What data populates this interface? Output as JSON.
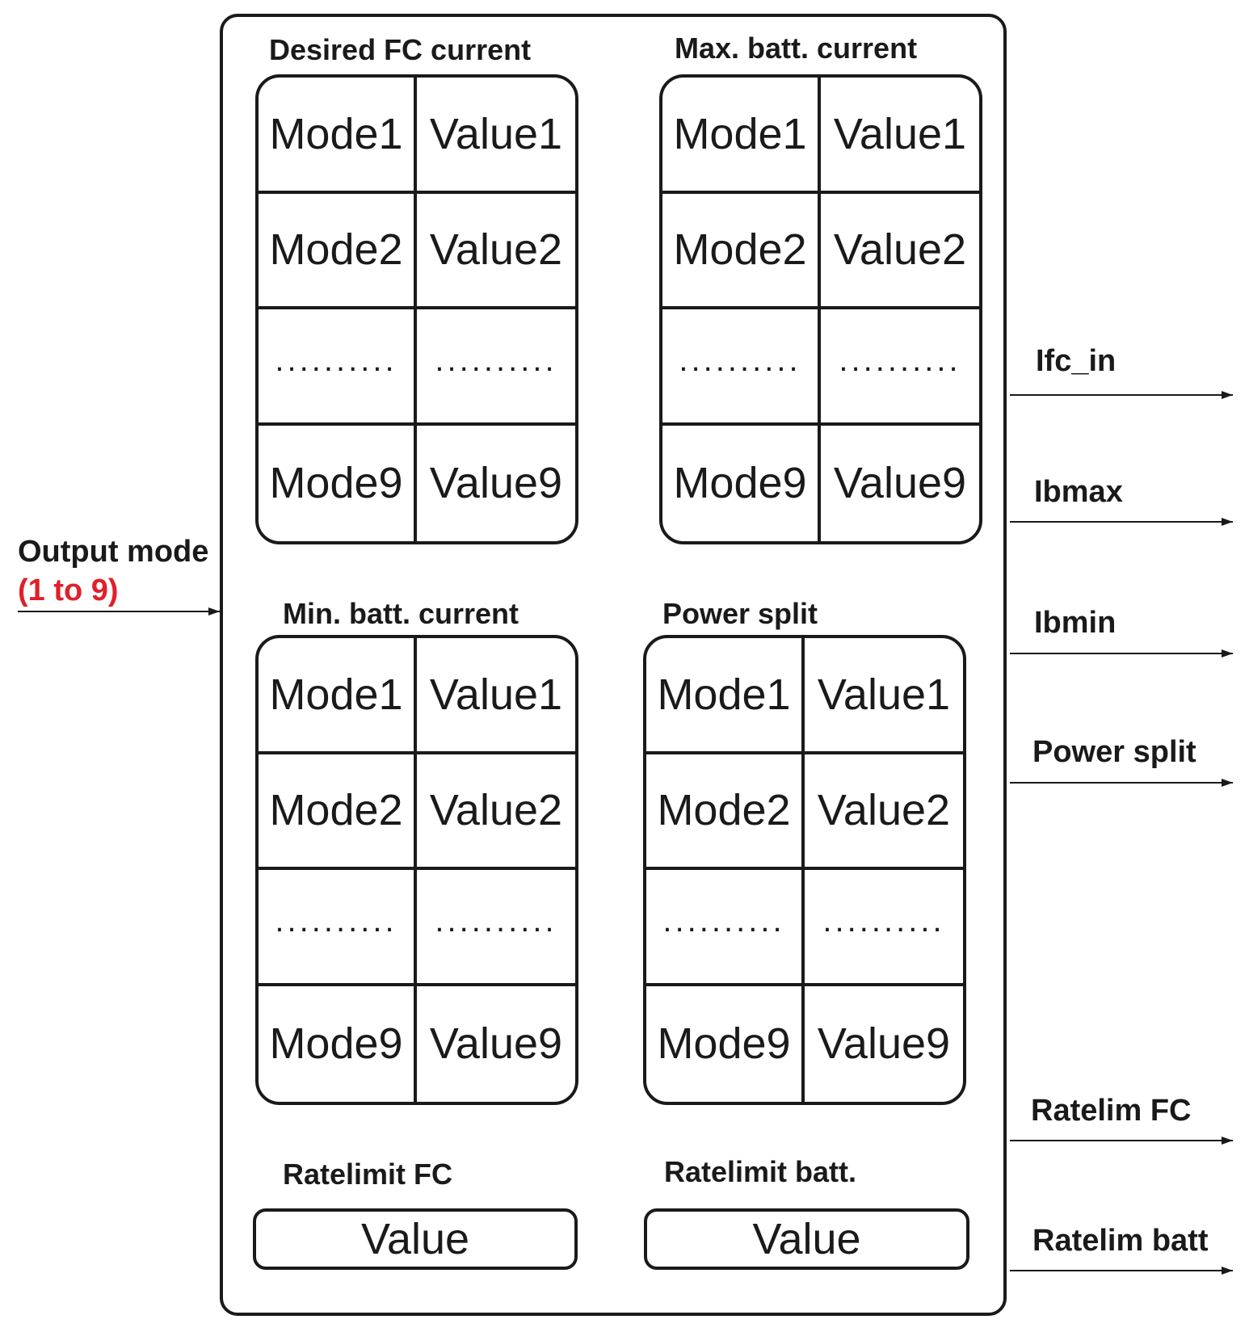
{
  "input": {
    "label": "Output mode",
    "range": "(1 to 9)",
    "range_color": "#e0202a"
  },
  "tables": [
    {
      "title": "Desired FC current",
      "rows": [
        [
          "Mode1",
          "Value1"
        ],
        [
          "Mode2",
          "Value2"
        ],
        [
          "..........",
          ".........."
        ],
        [
          "Mode9",
          "Value9"
        ]
      ]
    },
    {
      "title": "Max. batt. current",
      "rows": [
        [
          "Mode1",
          "Value1"
        ],
        [
          "Mode2",
          "Value2"
        ],
        [
          "..........",
          ".........."
        ],
        [
          "Mode9",
          "Value9"
        ]
      ]
    },
    {
      "title": "Min. batt. current",
      "rows": [
        [
          "Mode1",
          "Value1"
        ],
        [
          "Mode2",
          "Value2"
        ],
        [
          "..........",
          ".........."
        ],
        [
          "Mode9",
          "Value9"
        ]
      ]
    },
    {
      "title": "Power split",
      "rows": [
        [
          "Mode1",
          "Value1"
        ],
        [
          "Mode2",
          "Value2"
        ],
        [
          "..........",
          ".........."
        ],
        [
          "Mode9",
          "Value9"
        ]
      ]
    }
  ],
  "ratelimits": [
    {
      "title": "Ratelimit FC",
      "value": "Value"
    },
    {
      "title": "Ratelimit batt.",
      "value": "Value"
    }
  ],
  "outputs": [
    "Ifc_in",
    "Ibmax",
    "Ibmin",
    "Power split",
    "Ratelim FC",
    "Ratelim batt"
  ]
}
